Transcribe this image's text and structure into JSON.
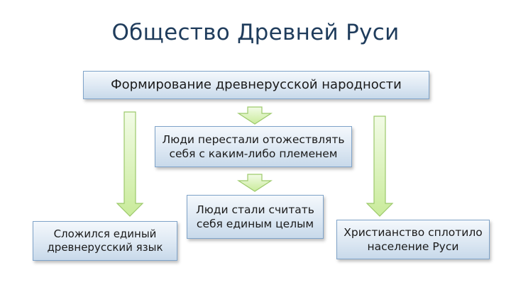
{
  "title": "Общество Древней Руси",
  "boxes": {
    "main": "Формирование древнерусской народности",
    "people_line1": "Люди перестали отожествлять",
    "people_line2": "себя с каким-либо племенем",
    "unity_line1": "Люди стали считать",
    "unity_line2": "себя единым целым",
    "language_line1": "Сложился единый",
    "language_line2": "древнерусский язык",
    "christianity_line1": "Христианство сплотило",
    "christianity_line2": "население Руси"
  },
  "colors": {
    "title": "#1f3c5c",
    "box_border": "#7fa3c9",
    "arrow_fill": "#d6f0b0",
    "arrow_stroke": "#9cc96b"
  }
}
